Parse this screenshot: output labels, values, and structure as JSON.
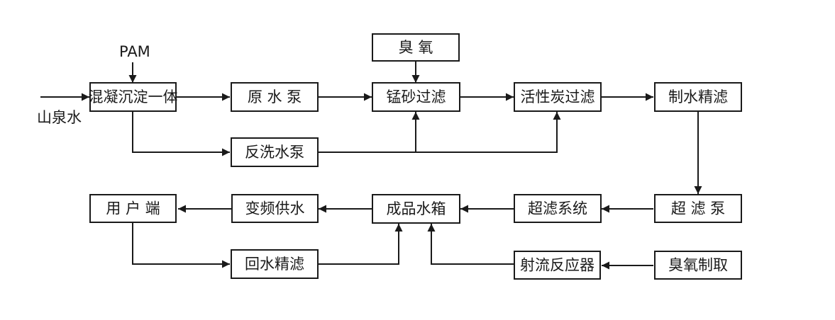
{
  "diagram": {
    "labels": {
      "pam": "PAM",
      "source": "山泉水"
    },
    "nodes": {
      "mix": "混凝沉淀一体",
      "raw_pump": "原 水 泵",
      "mn_filter": "锰砂过滤",
      "carbon_filter": "活性炭过滤",
      "make_filter": "制水精滤",
      "ozone_top": "臭 氧",
      "backwash_pump": "反洗水泵",
      "uf_pump": "超 滤 泵",
      "uf_system": "超滤系统",
      "product_tank": "成品水箱",
      "vf_supply": "变频供水",
      "user": "用 户 端",
      "return_filter": "回水精滤",
      "reactor": "射流反应器",
      "ozone_make": "臭氧制取"
    }
  }
}
